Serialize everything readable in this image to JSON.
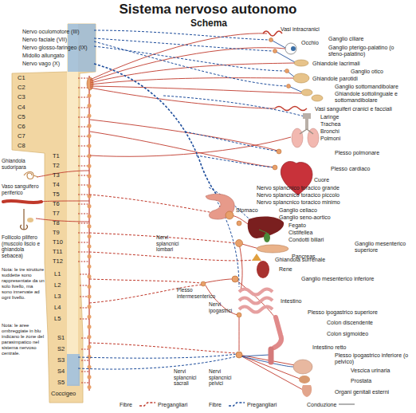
{
  "diagram": {
    "title": "Sistema nervoso autonomo",
    "labels": [
      "Schema",
      "Nervo oculomotore (III)",
      "Nervo faciale (VII)",
      "Nervo glosso-faringeo (IX)",
      "Midollo allungato",
      "Nervo vago (X)",
      "C1",
      "C2",
      "C3",
      "C4",
      "C5",
      "C6",
      "C7",
      "C8",
      "T1",
      "T2",
      "T3",
      "T4",
      "T5",
      "T6",
      "T7",
      "T8",
      "T9",
      "T10",
      "T11",
      "T12",
      "L1",
      "L2",
      "L3",
      "L4",
      "L5",
      "S1",
      "S2",
      "S3",
      "S4",
      "S5",
      "Coccigeo",
      "Ghiandola sudoripara",
      "Vaso sanguifero periferico",
      "Follicolo pilifero (muscolo liscio e ghiandola sebacea)",
      "Nota: le tre strutture suddette sono rappresentate da un solo livello, ma sono innervate ad ogni livello.",
      "Nota: le aree ombreggiate in blu indicano le zone del parasimpatico nel sistema nervoso centrale.",
      "Vasi intracranici",
      "Ganglio ciliare",
      "Occhio",
      "Ganglio pterigo-palatino (o sfeno-palatino)",
      "Ghiandole lacrimali",
      "Ganglio otico",
      "Ghiandole parotidi",
      "Ganglio sottomandibolare",
      "Ghiandole sottolinguale e sottomandibolare",
      "Vasi sanguiferi cranici e facciali",
      "Laringe",
      "Trachea",
      "Bronchi",
      "Polmoni",
      "Plesso polmonare",
      "Plesso cardiaco",
      "Cuore",
      "Nervo splancnico toracico grande",
      "Nervo splancnico toracico piccolo",
      "Nervo splancnico toracico minimo",
      "Stomaco",
      "Ganglio celiaco",
      "Ganglio seno-aortico",
      "Fegato",
      "Cistifellea",
      "Condotti biliari",
      "Pancreas",
      "Ganglio mesenterico superiore",
      "Ghiandola surrenale",
      "Rene",
      "Ganglio mesenterico inferiore",
      "Nervi splancnici lombari",
      "Plesso intermesenterico",
      "Intestino",
      "Nervi ipogastrici",
      "Plesso ipogastrico superiore",
      "Colon discendente",
      "Colon sigmoideo",
      "Intestino retto",
      "Plesso ipogastrico inferiore (o pelvico)",
      "Vescica urinaria",
      "Prostata",
      "Organi genitali esterni",
      "Nervi splancnici sacrali",
      "Nervi splancnici pelvici",
      "Fibre",
      "Fibre"
    ],
    "legend": [
      {
        "text": "Pregangliari"
      },
      {
        "text": "Pregangliari"
      },
      {
        "text": "Conduzione"
      }
    ]
  }
}
